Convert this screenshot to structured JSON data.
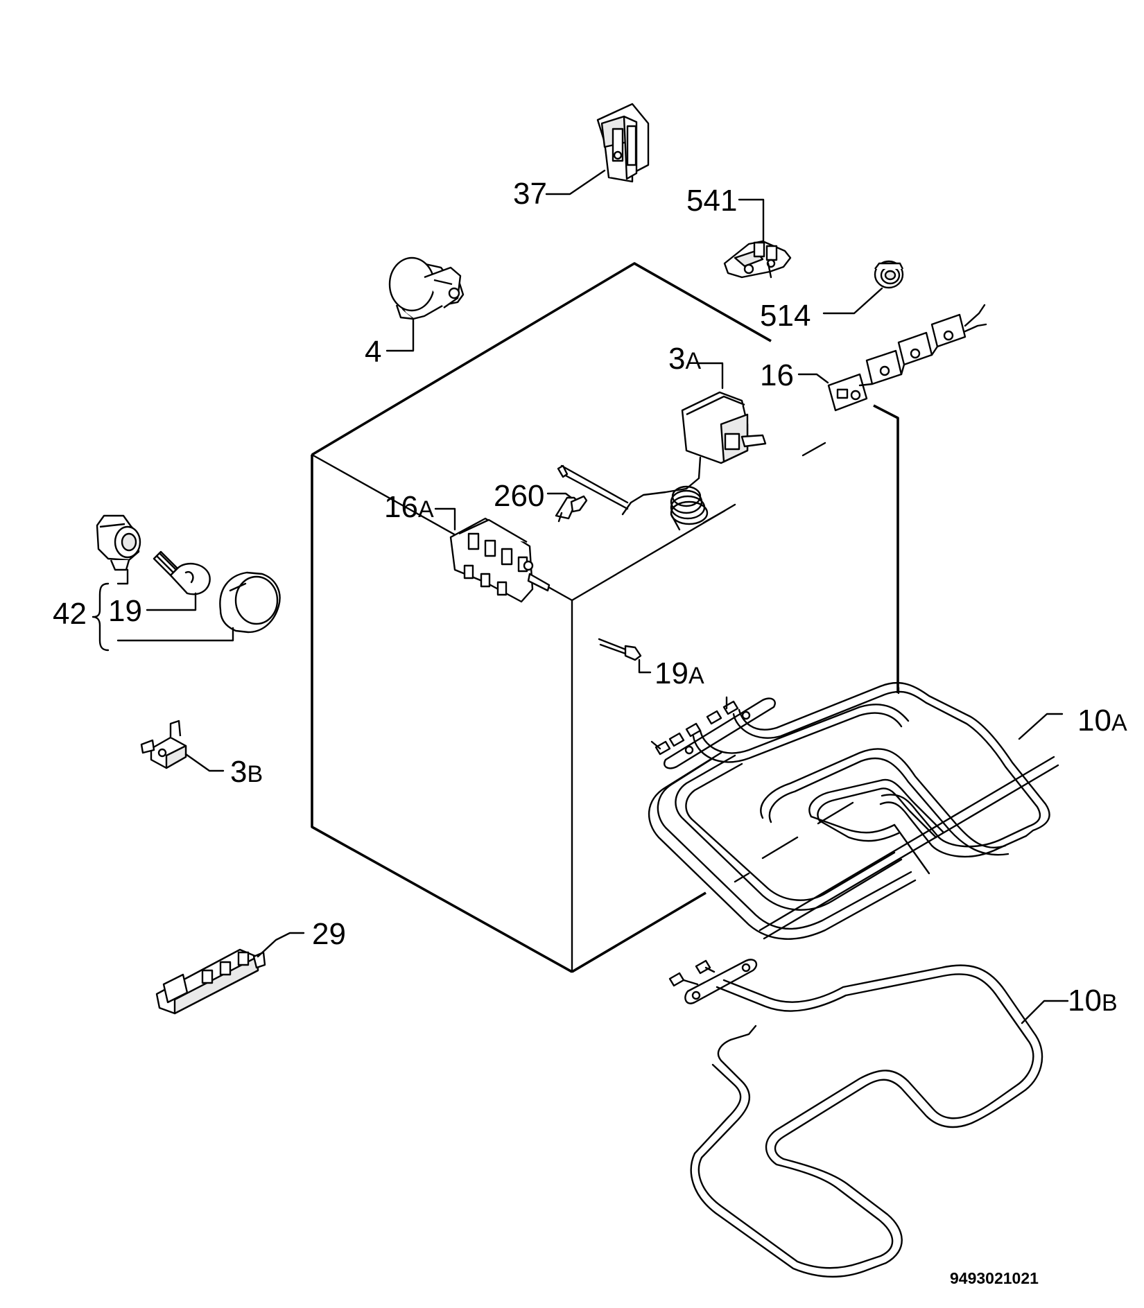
{
  "labels": {
    "l37": "37",
    "l541": "541",
    "l514": "514",
    "l4": "4",
    "l3a_num": "3",
    "l3a_sub": "A",
    "l16": "16",
    "l260": "260",
    "l16a_num": "16",
    "l16a_sub": "A",
    "l42": "42",
    "l19": "19",
    "l19a_num": "19",
    "l19a_sub": "A",
    "l10a_num": "10",
    "l10a_sub": "A",
    "l3b_num": "3",
    "l3b_sub": "B",
    "l29": "29",
    "l10b_num": "10",
    "l10b_sub": "B"
  },
  "document_number": "9493021021",
  "icons": [
    "terminal-block-icon",
    "connector-icon",
    "grommet-icon",
    "motor-icon",
    "thermostat-icon",
    "switch-row-icon",
    "sensor-clip-icon",
    "selector-switch-icon",
    "lamp-holder-icon",
    "lamp-bulb-icon",
    "lamp-cover-icon",
    "lamp-wire-icon",
    "thermal-fuse-icon",
    "ignition-module-icon",
    "grill-element-icon",
    "bottom-element-icon"
  ]
}
